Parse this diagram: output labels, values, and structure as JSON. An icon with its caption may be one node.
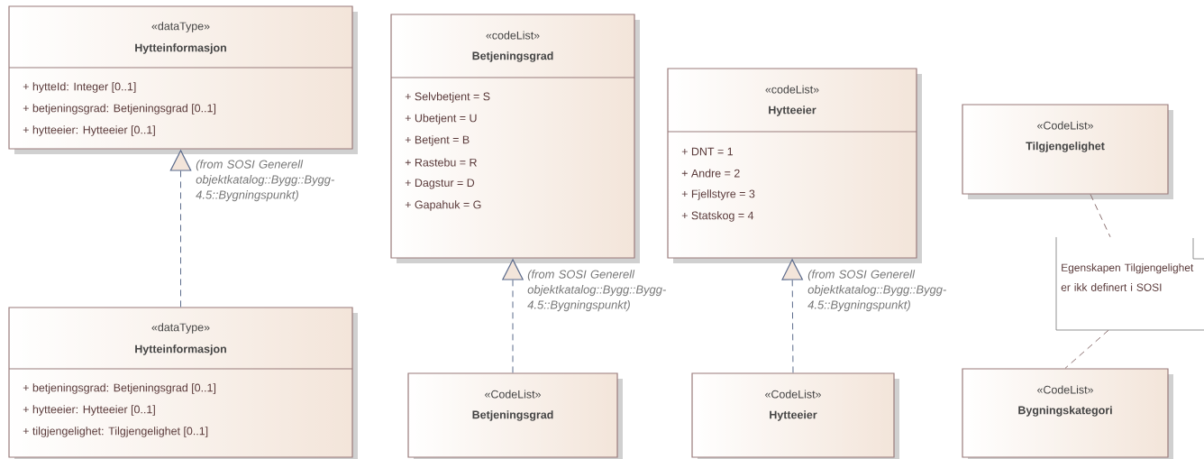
{
  "diagram": {
    "nodes": [
      {
        "text": [
          "«dataType»",
          "Hytteinformasjon",
          "+ hytteId: Integer [0..1]",
          "+ betjeningsgrad: Betjeningsgrad [0..1]",
          "+ hytteeier: Hytteeier [0..1]"
        ],
        "beside": [
          "(from SOSI Generell objektkatalog::Bygg::Bygg-4.5::Bygningspunkt)"
        ]
      },
      {
        "text": [
          "«codeList»",
          "Betjeningsgrad",
          "+ Selvbetjent = S",
          "+ Ubetjent = U",
          "+ Betjent = B",
          "+ Rastebu = R",
          "+ Dagstur = D",
          "+ Gapahuk = G"
        ],
        "beside": [
          "(from SOSI Generell objektkatalog::Bygg::Bygg-4.5::Bygningspunkt)"
        ]
      },
      {
        "text": [
          "«codeList»",
          "Hytteeier",
          "+ DNT = 1",
          "+ Andre = 2",
          "+ Fjellstyre = 3",
          "+ Statskog = 4"
        ],
        "beside": [
          "(from SOSI Generell objektkatalog::Bygg::Bygg-4.5::Bygningspunkt)"
        ]
      },
      {
        "text": [
          "«CodeList»",
          "Tilgjengelighet"
        ]
      },
      {
        "text": [
          "Egenskapen Tilgjengelighet er ikk definert i SOSI"
        ]
      },
      {
        "text": [
          "«dataType»",
          "Hytteinformasjon",
          "+ betjeningsgrad: Betjeningsgrad [0..1]",
          "+ hytteeier: Hytteeier [0..1]",
          "+ tilgjengelighet: Tilgjengelighet [0..1]"
        ]
      },
      {
        "text": [
          "«CodeList»",
          "Betjeningsgrad"
        ]
      },
      {
        "text": [
          "«CodeList»",
          "Hytteeier"
        ]
      },
      {
        "text": [
          "«CodeList»",
          "Bygningskategori"
        ]
      }
    ],
    "edges": [
      {
        "from": 5,
        "to": 0,
        "arrow": "to",
        "style": "dashed"
      },
      {
        "from": 6,
        "to": 1,
        "arrow": "to",
        "style": "dashed"
      },
      {
        "from": 7,
        "to": 2,
        "arrow": "to",
        "style": "dashed"
      },
      {
        "from": 3,
        "to": 4,
        "arrow": "none",
        "style": "dashed",
        "color": "#8b6f6f"
      },
      {
        "from": 4,
        "to": 8,
        "arrow": "none",
        "style": "dashed",
        "color": "#8b6f6f"
      }
    ]
  }
}
